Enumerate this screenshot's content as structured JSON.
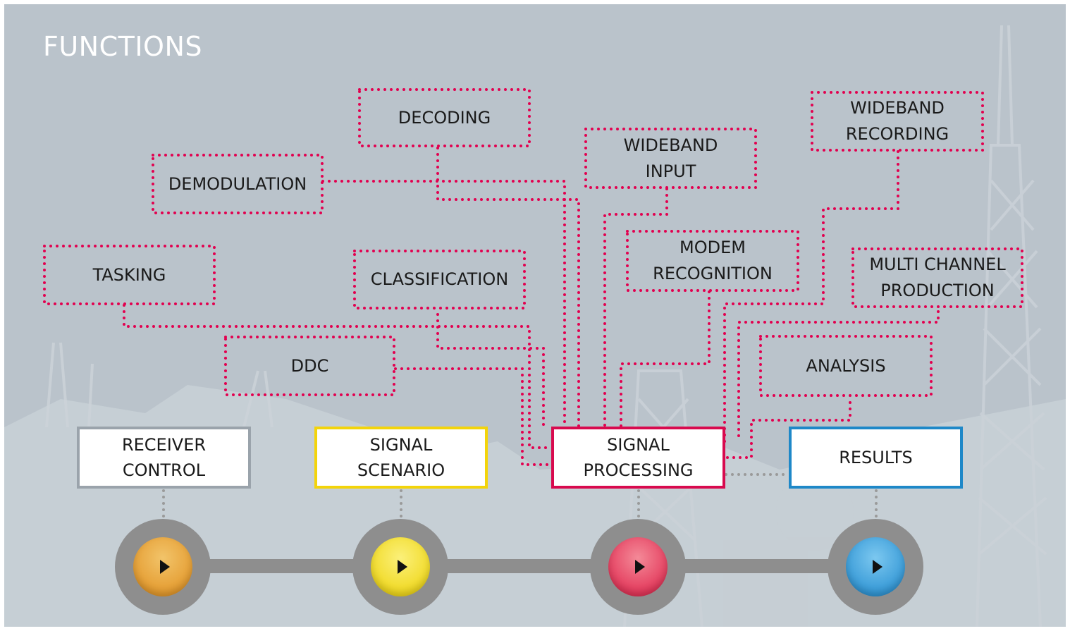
{
  "title": "FUNCTIONS",
  "colors": {
    "background": "#bac3cb",
    "dotted_line": "#e2004f",
    "connector_grey": "#9a9a9a",
    "receiver": "#9aa3ab",
    "scenario": "#f3d40a",
    "processing": "#d80a4e",
    "results": "#1e88c8"
  },
  "functions": {
    "decoding": "DECODING",
    "demodulation": "DEMODULATION",
    "wideband_input": "WIDEBAND\nINPUT",
    "wideband_recording": "WIDEBAND\nRECORDING",
    "tasking": "TASKING",
    "classification": "CLASSIFICATION",
    "modem_recognition": "MODEM\nRECOGNITION",
    "multi_channel_production": "MULTI CHANNEL\nPRODUCTION",
    "ddc": "DDC",
    "analysis": "ANALYSIS"
  },
  "stages": [
    {
      "label": "RECEIVER\nCONTROL",
      "color": "#9aa3ab",
      "button_icon": "play-icon",
      "button_color": "#e39a2a"
    },
    {
      "label": "SIGNAL\nSCENARIO",
      "color": "#f3d40a",
      "button_icon": "play-icon",
      "button_color": "#f0d81a"
    },
    {
      "label": "SIGNAL\nPROCESSING",
      "color": "#d80a4e",
      "button_icon": "play-icon",
      "button_color": "#e03a5a"
    },
    {
      "label": "RESULTS",
      "color": "#1e88c8",
      "button_icon": "play-icon",
      "button_color": "#2a9ad8"
    }
  ]
}
